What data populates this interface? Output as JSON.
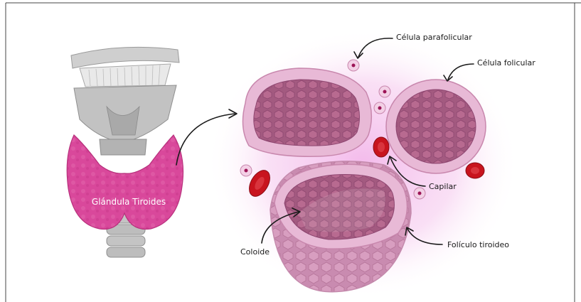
{
  "labels": {
    "gland": "Glándula Tiroides",
    "parafollicular": "Célula parafolicular",
    "follicular": "Célula folicular",
    "capillary": "Capilar",
    "colloid": "Coloide",
    "follicle": "Folículo tiroideo"
  },
  "colors": {
    "gland": "#d9489b",
    "follicle_wall": "#e8b9d6",
    "follicle_inner": "#a8577f",
    "colloid_cell": "#b86990",
    "capillary": "#c8141e",
    "trachea": "#bdbdbd",
    "glow": "#f6c9ee"
  },
  "icons": [
    "thyroid-gland-illustration",
    "trachea-illustration",
    "follicle-illustration",
    "capillary-illustration"
  ]
}
